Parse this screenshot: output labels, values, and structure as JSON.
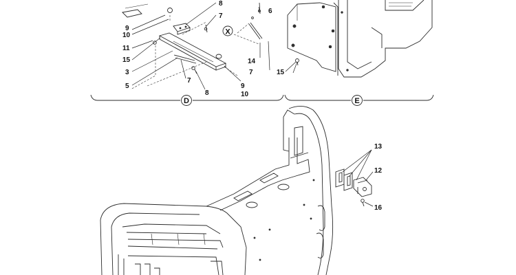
{
  "callouts_top_left": [
    "9",
    "10",
    "11",
    "15",
    "3",
    "5",
    "8",
    "7",
    "6",
    "14",
    "7",
    "9",
    "10",
    "7",
    "8"
  ],
  "callout_top_right": "15",
  "section_d_label": "D",
  "section_e_label": "E",
  "detail_x_label": "X",
  "callouts_bottom_right": [
    "13",
    "12",
    "16"
  ]
}
